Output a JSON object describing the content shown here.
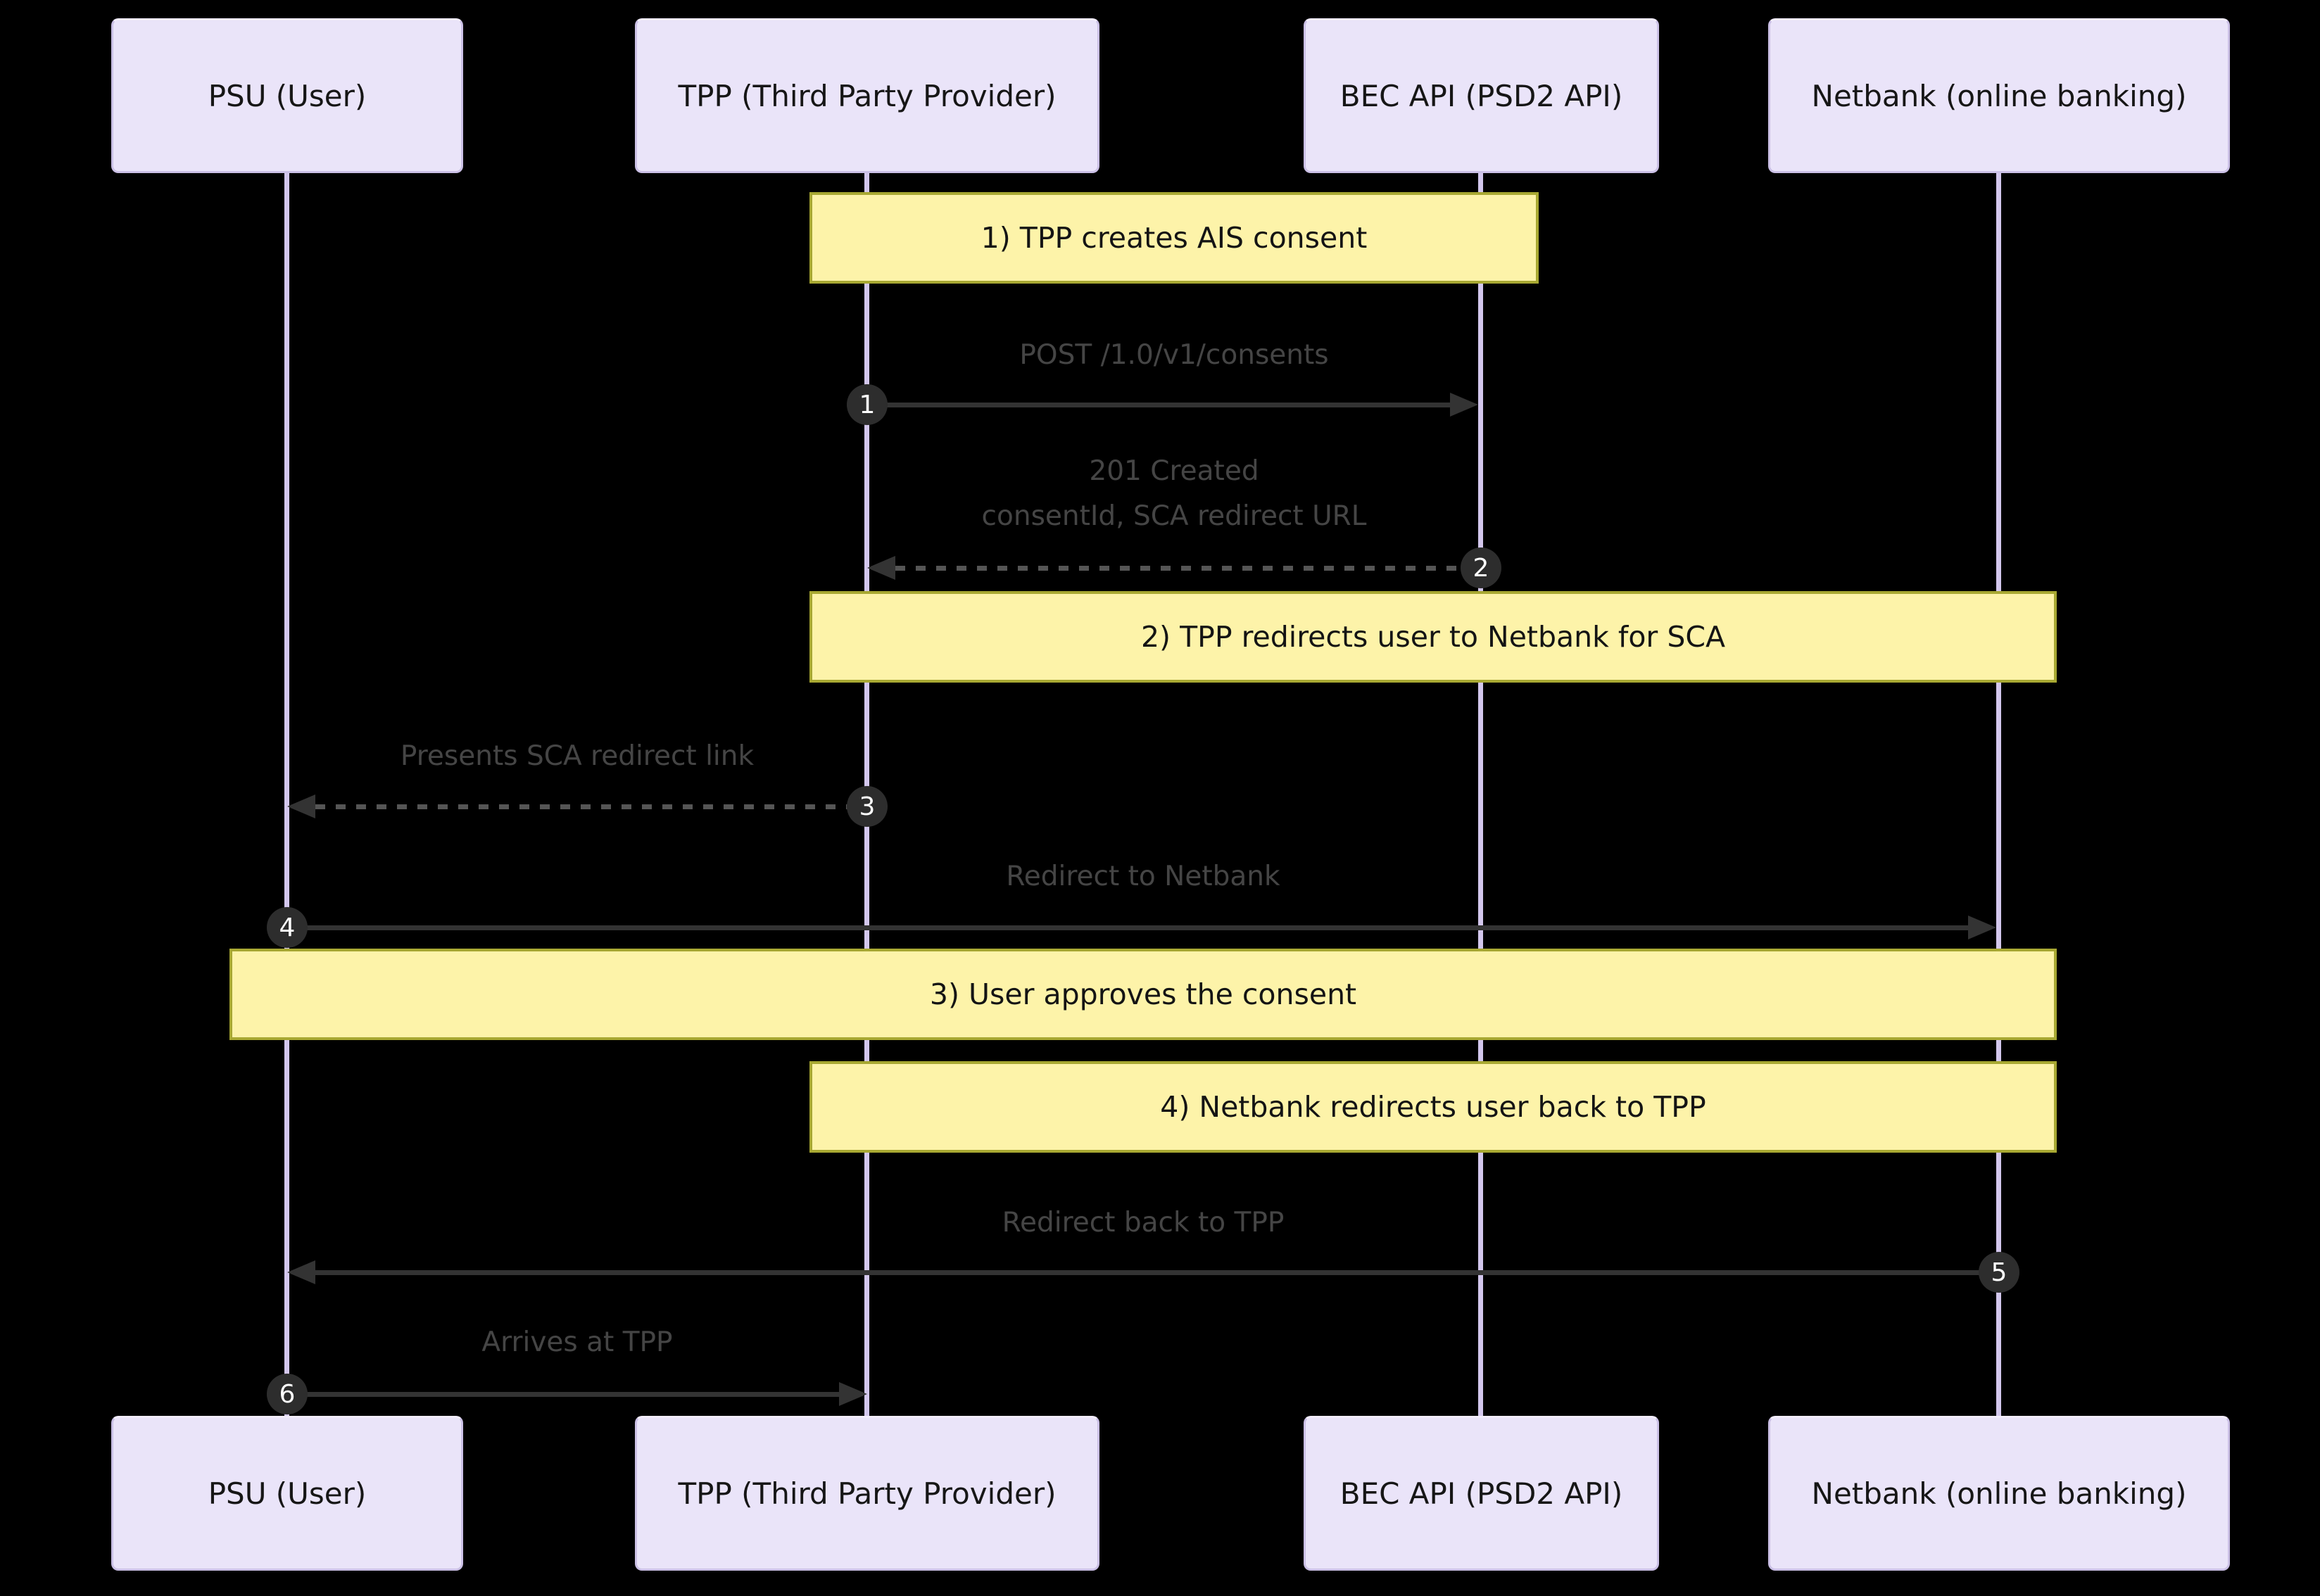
{
  "diagram": {
    "title_hint": "PSD2 AIS consent sequence flow",
    "colors": {
      "background": "#000000",
      "actor_fill": "#EAE4F9",
      "actor_border": "#CBC0E6",
      "actor_border_light": "#F2ECFC",
      "actor_text": "#161616",
      "lifeline": "#D3C7ED",
      "note_fill": "#FDF3A9",
      "note_border": "#A8A832",
      "note_text": "#141414",
      "signal": "#333333",
      "signal_dashed": "#555555",
      "signal_text": "#454545",
      "badge_bg": "#2D2D2D",
      "badge_text": "#FFFFFF"
    },
    "actors": [
      {
        "id": "psu",
        "label": "PSU (User)"
      },
      {
        "id": "tpp",
        "label": "TPP (Third Party Provider)"
      },
      {
        "id": "bec",
        "label": "BEC API (PSD2 API)"
      },
      {
        "id": "netbank",
        "label": "Netbank (online banking)"
      }
    ],
    "notes": [
      {
        "label": "1) TPP creates AIS consent",
        "over": [
          "tpp",
          "bec"
        ]
      },
      {
        "label": "2) TPP redirects user to Netbank for SCA",
        "over": [
          "tpp",
          "netbank"
        ]
      },
      {
        "label": "3) User approves the consent",
        "over": [
          "psu",
          "netbank"
        ]
      },
      {
        "label": "4) Netbank redirects user back to TPP",
        "over": [
          "tpp",
          "netbank"
        ]
      }
    ],
    "messages": [
      {
        "seq": "1",
        "lines": [
          "POST /1.0/v1/consents"
        ],
        "from": "tpp",
        "to": "bec",
        "type": "solid"
      },
      {
        "seq": "2",
        "lines": [
          "201 Created",
          "consentId, SCA redirect URL"
        ],
        "from": "bec",
        "to": "tpp",
        "type": "dashed"
      },
      {
        "seq": "3",
        "lines": [
          "Presents SCA redirect link"
        ],
        "from": "tpp",
        "to": "psu",
        "type": "dashed"
      },
      {
        "seq": "4",
        "lines": [
          "Redirect to Netbank"
        ],
        "from": "psu",
        "to": "netbank",
        "type": "solid"
      },
      {
        "seq": "5",
        "lines": [
          "Redirect back to TPP"
        ],
        "from": "netbank",
        "to": "psu",
        "type": "solid"
      },
      {
        "seq": "6",
        "lines": [
          "Arrives at TPP"
        ],
        "from": "psu",
        "to": "tpp",
        "type": "solid"
      }
    ]
  }
}
